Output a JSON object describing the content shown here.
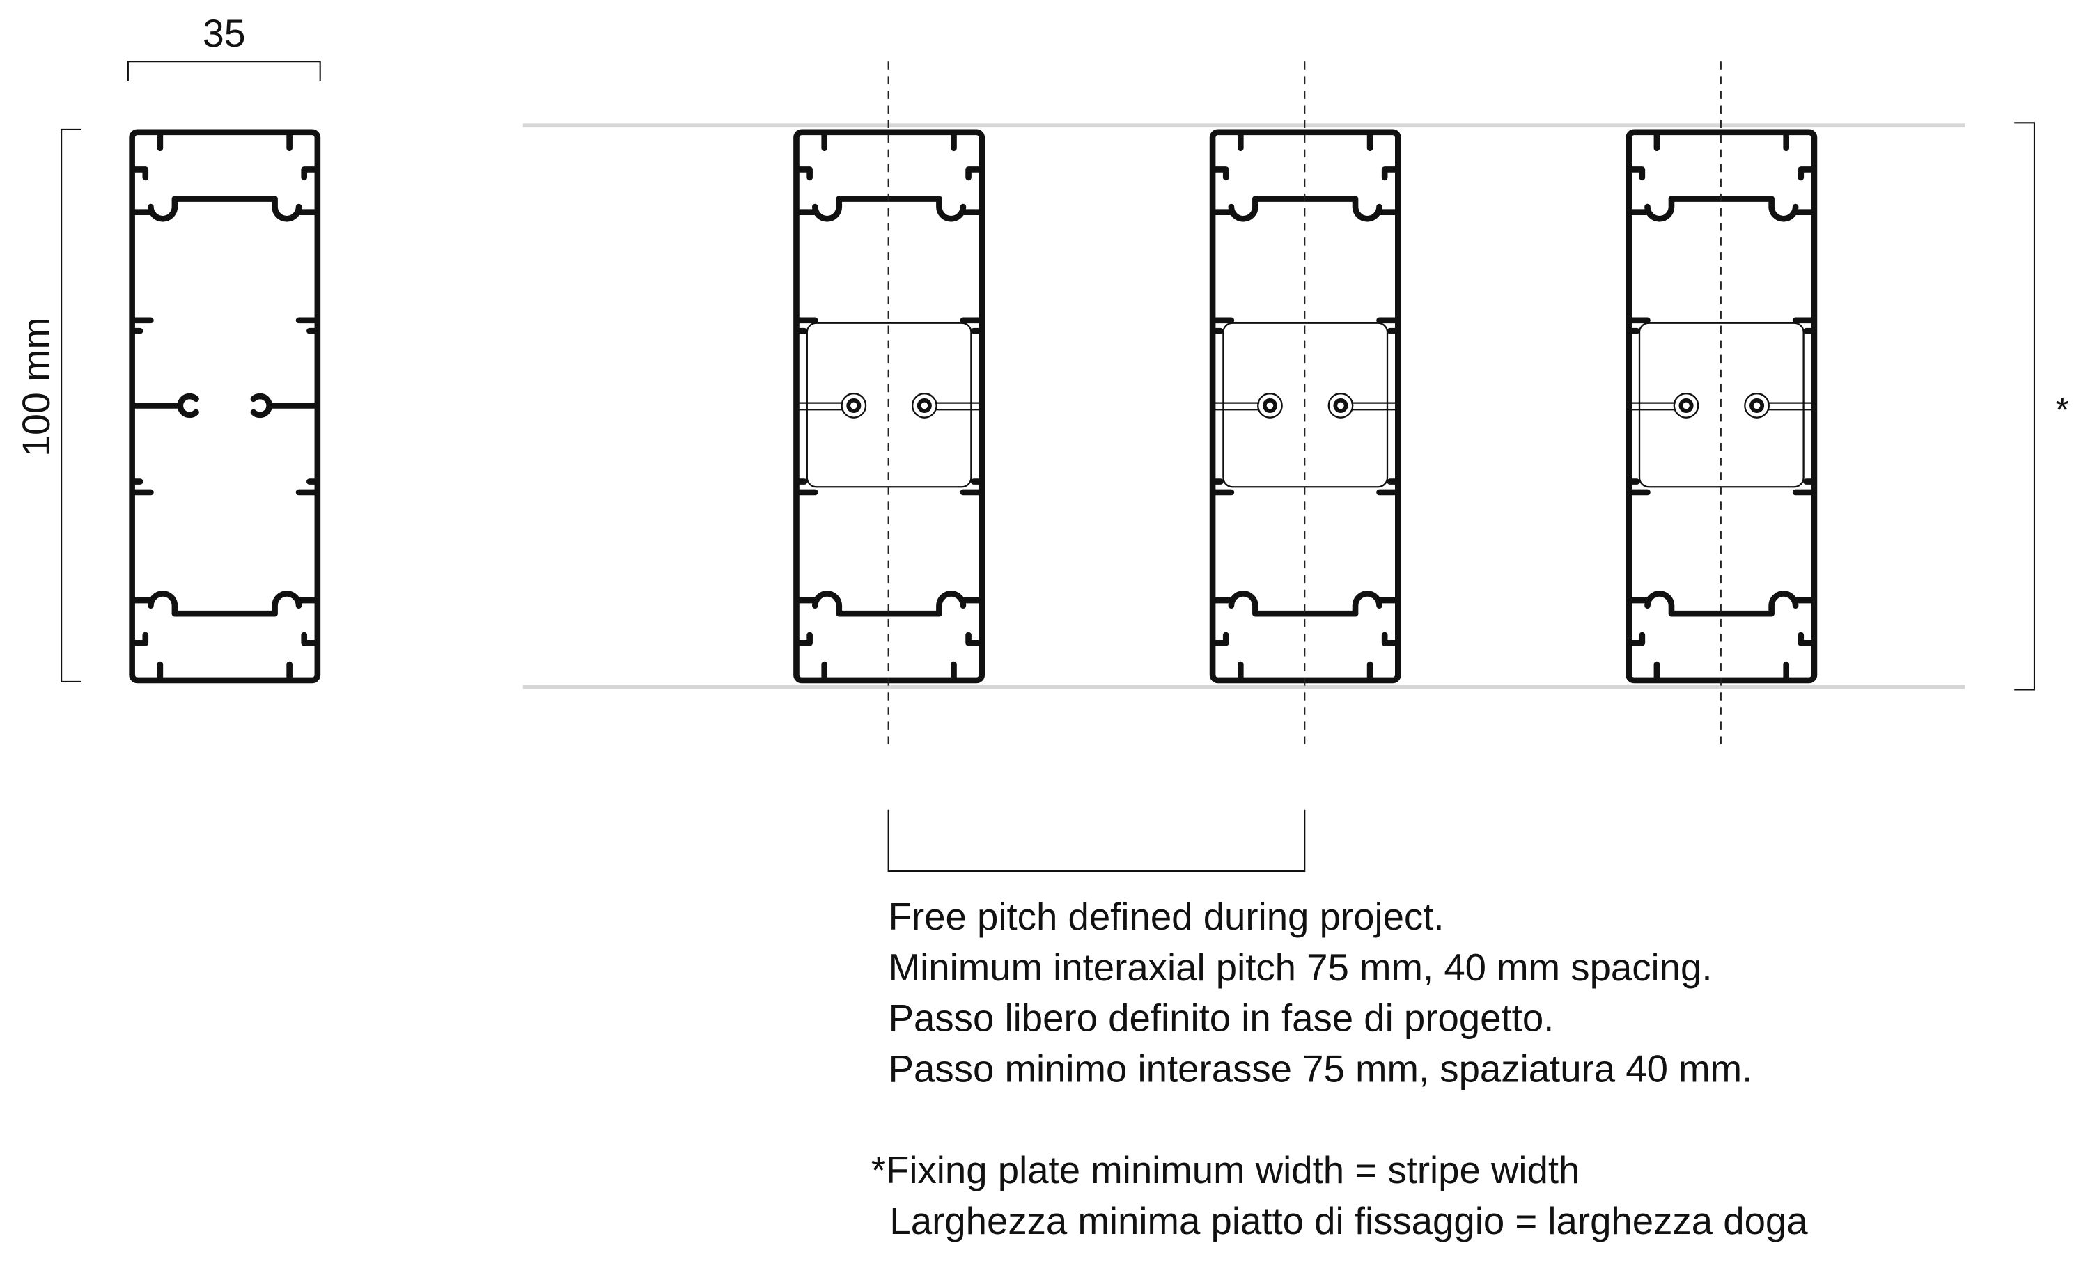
{
  "dimensions": {
    "width_label": "35",
    "height_label": "100 mm",
    "asterisk": "*"
  },
  "notes": {
    "pitch_lines": [
      "Free pitch defined during project.",
      "Minimum interaxial pitch 75 mm, 40 mm spacing.",
      "Passo libero definito in fase di progetto.",
      "Passo minimo interasse 75 mm, spaziatura 40 mm."
    ],
    "fixing_lines": [
      "*Fixing plate minimum width = stripe width",
      " Larghezza minima piatto di fissaggio = larghezza doga"
    ]
  },
  "colors": {
    "ink": "#111111",
    "guide": "#d6d6d6"
  }
}
